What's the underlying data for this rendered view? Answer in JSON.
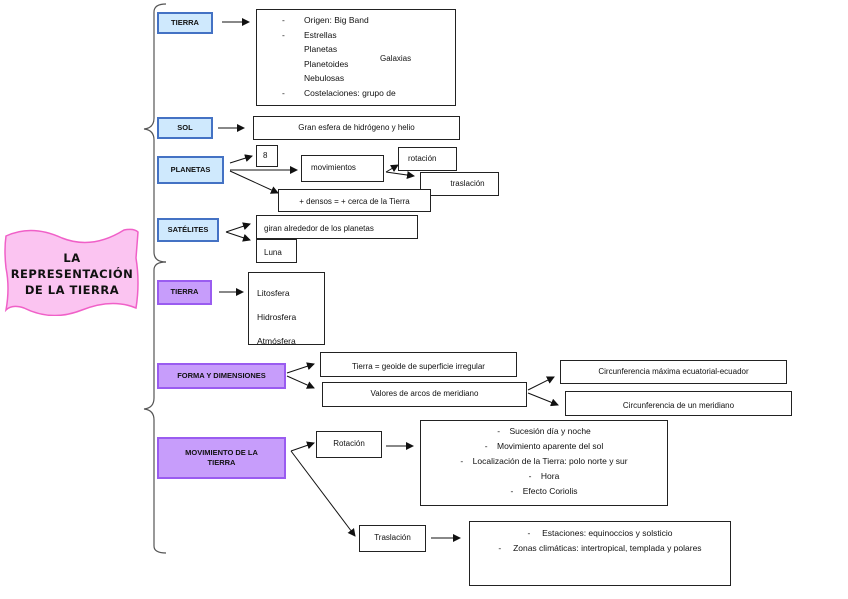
{
  "title": {
    "line1": "LA",
    "line2": "REPRESENTACIÓN",
    "line3": "DE LA TIERRA"
  },
  "colors": {
    "banner_fill": "#fbc4f1",
    "banner_border": "#f060c8",
    "blue_fill": "#cfe9fd",
    "blue_border": "#4472c4",
    "purple_fill": "#c79dfb",
    "purple_border": "#9a5cf0"
  },
  "group1": {
    "tierra": {
      "label": "TIERRA",
      "items": [
        {
          "dash": "-",
          "text": "Origen: Big Band"
        },
        {
          "dash": "-",
          "text": "Estrellas"
        },
        {
          "dash": "",
          "text": "Planetas"
        },
        {
          "dash": "",
          "text": "Planetoides"
        },
        {
          "dash": "",
          "text": "Nebulosas"
        },
        {
          "dash": "-",
          "text": "Costelaciones: grupo de"
        }
      ],
      "galaxias": "Galaxias"
    },
    "sol": {
      "label": "SOL",
      "desc": "Gran esfera de hidrógeno y helio"
    },
    "planetas": {
      "label": "PLANETAS",
      "count": "8",
      "movimientos": "movimientos",
      "rotacion": "rotación",
      "traslacion": "traslación",
      "densos": "+ densos = + cerca de la Tierra"
    },
    "satelites": {
      "label": "SATÉLITES",
      "giran": "giran alrededor de los planetas",
      "luna": "Luna"
    }
  },
  "group2": {
    "tierra": {
      "label": "TIERRA",
      "layers": [
        "Litosfera",
        "Hidrosfera",
        "Atmósfera"
      ]
    },
    "forma": {
      "label": "FORMA Y DIMENSIONES",
      "geoide": "Tierra = geoide de superficie irregular",
      "valores": "Valores de arcos de meridiano",
      "circ_max": "Circunferencia máxima ecuatorial-ecuador",
      "circ_mer": "Circunferencia de un meridiano"
    },
    "movimiento": {
      "label": "MOVIMIENTO DE LA TIERRA",
      "rotacion": "Rotación",
      "rotacion_items": [
        "Sucesión día y noche",
        "Movimiento aparente del sol",
        "Localización de la Tierra: polo norte y sur",
        "Hora",
        "Efecto Coriolis"
      ],
      "traslacion": "Traslación",
      "traslacion_items": [
        "Estaciones: equinoccios y solsticio",
        "Zonas climáticas: intertropical, templada y polares"
      ]
    }
  }
}
